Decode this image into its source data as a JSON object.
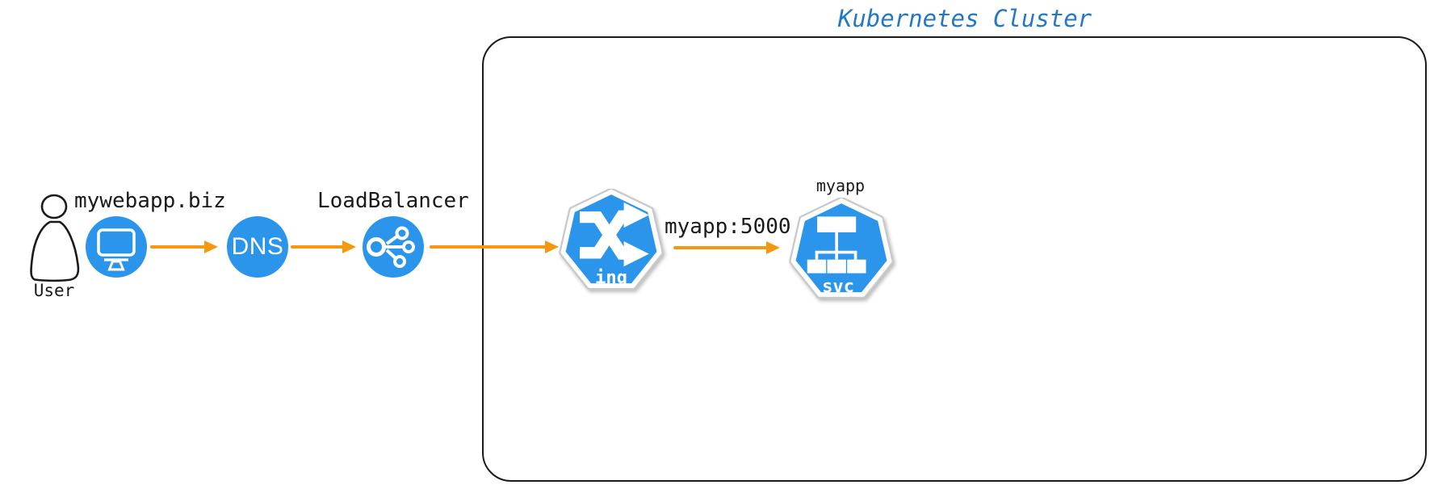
{
  "colors": {
    "blue": "#2B95EC",
    "orange": "#F5970F",
    "title": "#2277C8",
    "ink": "#1a1a1a"
  },
  "cluster": {
    "title": "Kubernetes Cluster"
  },
  "user": {
    "label": "User"
  },
  "client": {
    "label": "mywebapp.biz"
  },
  "dns": {
    "label": "DNS"
  },
  "loadbalancer": {
    "label": "LoadBalancer"
  },
  "ingress": {
    "badge": "ing"
  },
  "service": {
    "badge": "svc",
    "label": "myapp"
  },
  "edges": {
    "ingress_to_service": {
      "label": "myapp:5000"
    }
  }
}
